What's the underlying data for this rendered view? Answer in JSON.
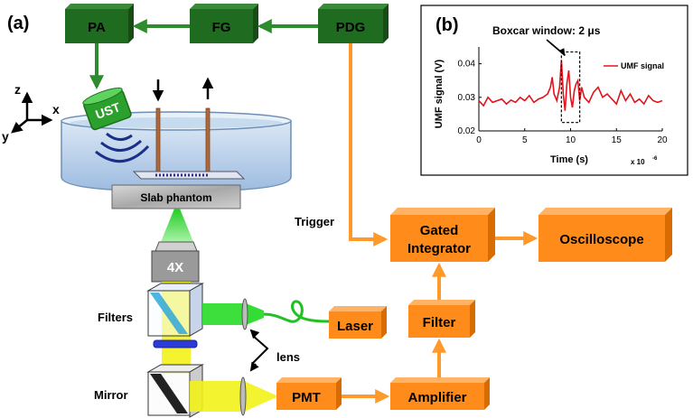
{
  "panel_a_label": "(a)",
  "panel_b_label": "(b)",
  "boxes": {
    "pa": "PA",
    "fg": "FG",
    "pdg": "PDG",
    "ust": "UST",
    "gated_integrator_line1": "Gated",
    "gated_integrator_line2": "Integrator",
    "oscilloscope": "Oscilloscope",
    "laser": "Laser",
    "filter": "Filter",
    "pmt": "PMT",
    "amplifier": "Amplifier",
    "objective": "4X"
  },
  "labels": {
    "slab_phantom": "Slab phantom",
    "trigger": "Trigger",
    "filters": "Filters",
    "mirror": "Mirror",
    "lens": "lens",
    "axis_z": "z",
    "axis_x": "x",
    "axis_y": "y"
  },
  "inset": {
    "annotation": "Boxcar window: 2 μs",
    "legend": "UMF signal",
    "xlabel": "Time (s)",
    "x_exponent": "x 10",
    "x_exponent_power": "-6",
    "ylabel": "UMF signal (V)",
    "x_ticks": [
      "0",
      "5",
      "10",
      "15",
      "20"
    ],
    "y_ticks": [
      "0.02",
      "0.03",
      "0.04"
    ]
  },
  "colors": {
    "dark_green": "#1f6b1f",
    "green_arrow": "#2e8b2e",
    "orange": "#ff8c1a",
    "signal_red": "#e0141e",
    "tank_blue": "#b8d4ec",
    "laser_green": "#33dd33",
    "yellow_beam": "#f2f21a"
  },
  "chart_data": {
    "type": "line",
    "title": "",
    "xlabel": "Time (s)",
    "ylabel": "UMF signal (V)",
    "xlim": [
      0,
      20
    ],
    "ylim": [
      0.02,
      0.045
    ],
    "x_scale_note": "x 10^-6",
    "series": [
      {
        "name": "UMF signal",
        "x": [
          0,
          0.5,
          1,
          1.5,
          2,
          2.5,
          3,
          3.5,
          4,
          4.5,
          5,
          5.5,
          6,
          6.5,
          7,
          7.5,
          7.8,
          8,
          8.2,
          8.5,
          8.8,
          9,
          9.2,
          9.4,
          9.6,
          9.8,
          10,
          10.2,
          10.4,
          10.6,
          10.8,
          11,
          11.2,
          11.5,
          12,
          12.5,
          13,
          13.5,
          14,
          14.5,
          15,
          15.5,
          16,
          16.5,
          17,
          17.5,
          18,
          18.5,
          19,
          19.5,
          20
        ],
        "y": [
          0.029,
          0.0275,
          0.03,
          0.0285,
          0.029,
          0.0295,
          0.028,
          0.0292,
          0.0285,
          0.03,
          0.029,
          0.0305,
          0.0285,
          0.0295,
          0.03,
          0.031,
          0.033,
          0.036,
          0.031,
          0.029,
          0.033,
          0.041,
          0.031,
          0.026,
          0.034,
          0.038,
          0.03,
          0.027,
          0.032,
          0.034,
          0.035,
          0.029,
          0.033,
          0.03,
          0.0285,
          0.0315,
          0.033,
          0.03,
          0.031,
          0.0295,
          0.028,
          0.032,
          0.029,
          0.031,
          0.0285,
          0.0295,
          0.028,
          0.0305,
          0.029,
          0.0285,
          0.029
        ]
      }
    ],
    "annotation": "Boxcar window: 2 μs",
    "boxcar_window": [
      9,
      11
    ]
  }
}
